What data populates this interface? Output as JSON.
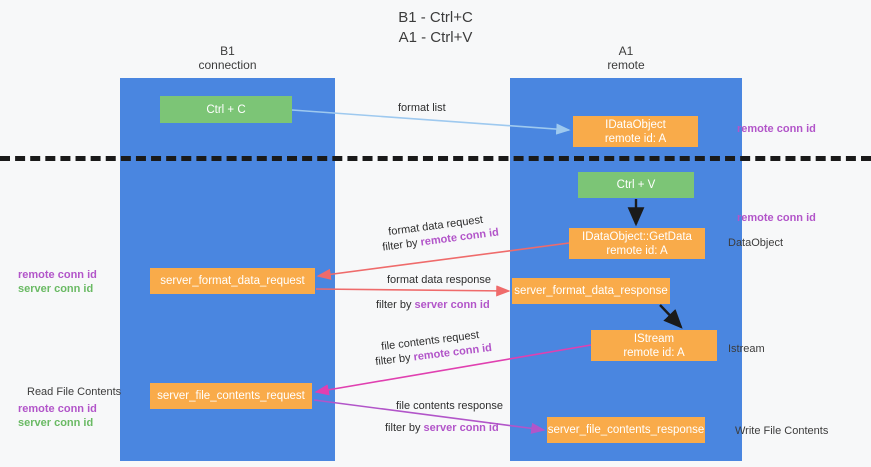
{
  "title": {
    "line1": "B1 - Ctrl+C",
    "line2": "A1 - Ctrl+V"
  },
  "lanes": [
    {
      "id": "b1",
      "name": "B1",
      "role": "connection"
    },
    {
      "id": "a1",
      "name": "A1",
      "role": "remote"
    }
  ],
  "nodes": {
    "ctrl_c": {
      "label": "Ctrl + C",
      "sub": ""
    },
    "idataobject": {
      "label": "IDataObject",
      "sub": "remote id: A"
    },
    "ctrl_v": {
      "label": "Ctrl + V",
      "sub": ""
    },
    "getdata": {
      "label": "IDataObject::GetData",
      "sub": "remote id: A"
    },
    "server_format_data_request": {
      "label": "server_format_data_request",
      "sub": ""
    },
    "server_format_data_response": {
      "label": "server_format_data_response",
      "sub": ""
    },
    "istream": {
      "label": "IStream",
      "sub": "remote id: A"
    },
    "server_file_contents_request": {
      "label": "server_file_contents_request",
      "sub": ""
    },
    "server_file_contents_response": {
      "label": "server_file_contents_response",
      "sub": ""
    }
  },
  "edges": {
    "format_list": "format list",
    "format_data_request": "format data request",
    "format_data_request_filter_prefix": "filter by ",
    "format_data_request_filter_key": "remote conn id",
    "format_data_response": "format data response",
    "format_data_response_filter_prefix": "filter by ",
    "format_data_response_filter_key": "server conn id",
    "file_contents_request": "file contents request",
    "file_contents_request_filter_prefix": "filter by ",
    "file_contents_request_filter_key": "remote conn id",
    "file_contents_response": "file contents response",
    "file_contents_response_filter_prefix": "filter by ",
    "file_contents_response_filter_key": "server conn id"
  },
  "annotations": {
    "remote_conn_id_top": "remote conn id",
    "remote_conn_id_mid": "remote conn id",
    "dataobject": "DataObject",
    "istream": "Istream",
    "write_file_contents": "Write File Contents",
    "read_file_contents": "Read File Contents",
    "left_remote_conn_id_mid": "remote conn id",
    "left_server_conn_id_mid": "server conn id",
    "left_remote_conn_id_bot": "remote conn id",
    "left_server_conn_id_bot": "server conn id"
  },
  "colors": {
    "lane": "#4a86e0",
    "green_node": "#7cc576",
    "orange_node": "#f9ab4a",
    "purple_text": "#b255c9",
    "green_text": "#6aba64",
    "arrow_blue": "#9ec9ef",
    "arrow_red": "#ef6b6b",
    "arrow_magenta": "#e040b0",
    "arrow_purple": "#b255c9",
    "arrow_black": "#1a1a1a",
    "background": "#f7f8f9"
  }
}
